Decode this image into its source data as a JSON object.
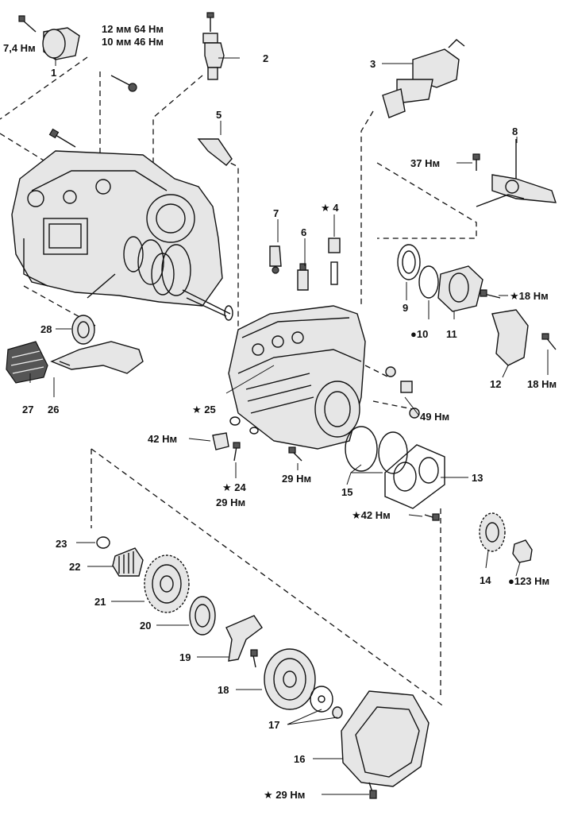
{
  "labels": {
    "t74": "7,4 Нм",
    "n1": "1",
    "t12mm": "12 мм 64 Нм",
    "t10mm": "10 мм 46 Нм",
    "n2": "2",
    "n3": "3",
    "n5": "5",
    "n8": "8",
    "t37": "37 Нм",
    "n7": "7",
    "n4": "★ 4",
    "n6": "6",
    "n9": "9",
    "n10": "●10",
    "n11": "11",
    "t18s": "★18 Нм",
    "n12": "12",
    "t18": "18 Нм",
    "n28": "28",
    "n27": "27",
    "n26": "26",
    "n25": "★ 25",
    "t49": "49 Нм",
    "t42": "42 Нм",
    "n24": "★ 24",
    "t29a": "29 Нм",
    "t29b": "29 Нм",
    "n15": "15",
    "n13": "13",
    "t42s": "★42 Нм",
    "n23": "23",
    "n22": "22",
    "n21": "21",
    "n20": "20",
    "n19": "19",
    "n18": "18",
    "n14": "14",
    "t123": "●123 Нм",
    "n17": "17",
    "n16": "16",
    "t29s": "★ 29 Нм"
  }
}
